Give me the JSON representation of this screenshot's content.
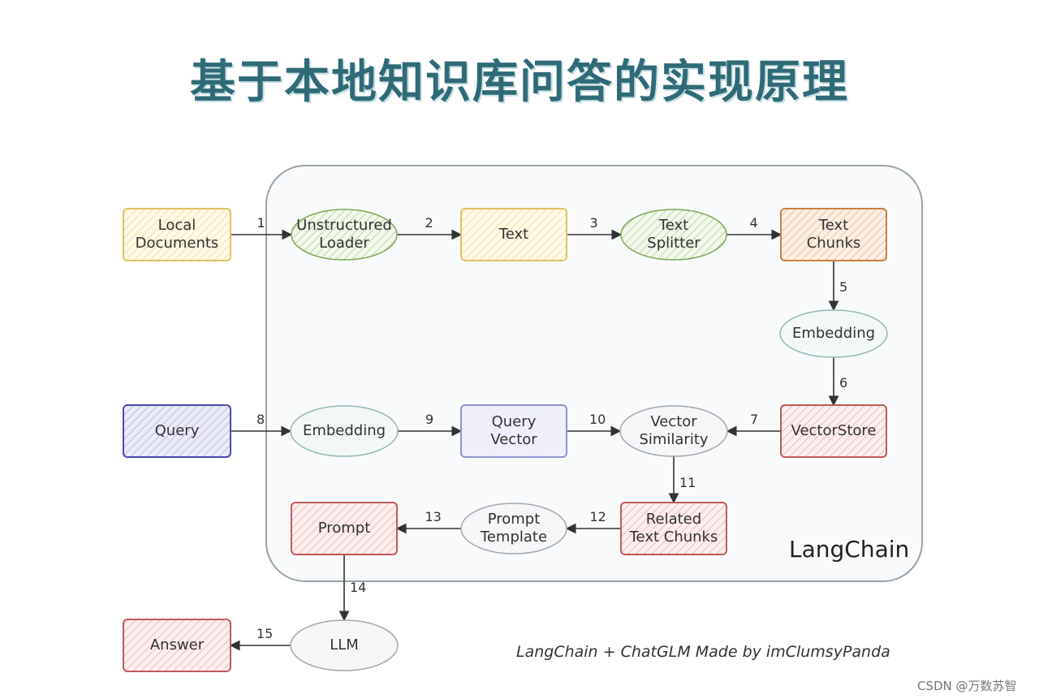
{
  "title": "基于本地知识库问答的实现原理",
  "container_label": "LangChain",
  "credit": "LangChain + ChatGLM Made by imClumsyPanda",
  "watermark": "CSDN @万数苏智",
  "colors": {
    "yellow": "#e3c96b",
    "green": "#8fb56a",
    "orange": "#d4924d",
    "purple": "#6f6fc9",
    "red": "#cc6b6b",
    "teal": "#7aa9a2",
    "blue": "#8a93d6",
    "gray": "#9aa0a6",
    "container": "#aab3b8",
    "title": "#2f6b77"
  },
  "nodes": {
    "local_documents": {
      "label": "Local\nDocuments",
      "shape": "rect",
      "color": "yellow"
    },
    "unstructured_loader": {
      "label": "Unstructured\nLoader",
      "shape": "ellipse",
      "color": "green"
    },
    "text": {
      "label": "Text",
      "shape": "rect",
      "color": "yellow"
    },
    "text_splitter": {
      "label": "Text\nSplitter",
      "shape": "ellipse",
      "color": "green"
    },
    "text_chunks": {
      "label": "Text\nChunks",
      "shape": "rect",
      "color": "orange"
    },
    "embedding_docs": {
      "label": "Embedding",
      "shape": "ellipse",
      "color": "teal"
    },
    "vectorstore": {
      "label": "VectorStore",
      "shape": "rect",
      "color": "red"
    },
    "query": {
      "label": "Query",
      "shape": "rect",
      "color": "purple"
    },
    "embedding_query": {
      "label": "Embedding",
      "shape": "ellipse",
      "color": "teal"
    },
    "query_vector": {
      "label": "Query\nVector",
      "shape": "rect",
      "color": "blue"
    },
    "vector_similarity": {
      "label": "Vector\nSimilarity",
      "shape": "ellipse",
      "color": "gray"
    },
    "related_text_chunks": {
      "label": "Related\nText Chunks",
      "shape": "rect",
      "color": "red"
    },
    "prompt_template": {
      "label": "Prompt\nTemplate",
      "shape": "ellipse",
      "color": "gray"
    },
    "prompt": {
      "label": "Prompt",
      "shape": "rect",
      "color": "red"
    },
    "llm": {
      "label": "LLM",
      "shape": "ellipse",
      "color": "gray"
    },
    "answer": {
      "label": "Answer",
      "shape": "rect",
      "color": "red"
    }
  },
  "steps": [
    {
      "n": "1",
      "from": "local_documents",
      "to": "unstructured_loader"
    },
    {
      "n": "2",
      "from": "unstructured_loader",
      "to": "text"
    },
    {
      "n": "3",
      "from": "text",
      "to": "text_splitter"
    },
    {
      "n": "4",
      "from": "text_splitter",
      "to": "text_chunks"
    },
    {
      "n": "5",
      "from": "text_chunks",
      "to": "embedding_docs"
    },
    {
      "n": "6",
      "from": "embedding_docs",
      "to": "vectorstore"
    },
    {
      "n": "7",
      "from": "vectorstore",
      "to": "vector_similarity"
    },
    {
      "n": "8",
      "from": "query",
      "to": "embedding_query"
    },
    {
      "n": "9",
      "from": "embedding_query",
      "to": "query_vector"
    },
    {
      "n": "10",
      "from": "query_vector",
      "to": "vector_similarity"
    },
    {
      "n": "11",
      "from": "vector_similarity",
      "to": "related_text_chunks"
    },
    {
      "n": "12",
      "from": "related_text_chunks",
      "to": "prompt_template"
    },
    {
      "n": "13",
      "from": "prompt_template",
      "to": "prompt"
    },
    {
      "n": "14",
      "from": "prompt",
      "to": "llm"
    },
    {
      "n": "15",
      "from": "llm",
      "to": "answer"
    }
  ]
}
